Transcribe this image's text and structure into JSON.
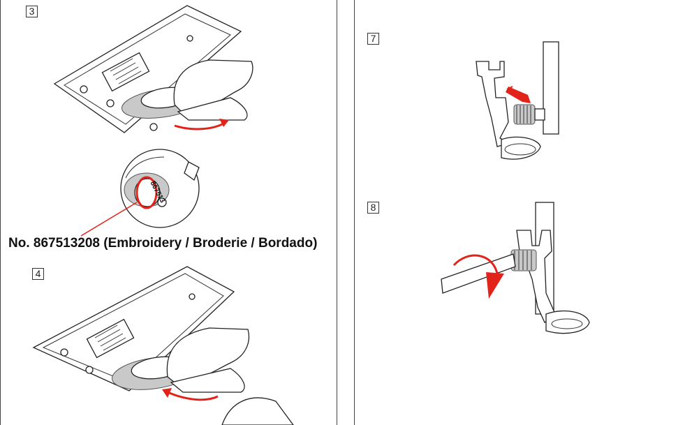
{
  "steps": {
    "s3": "3",
    "s4": "4",
    "s7": "7",
    "s8": "8"
  },
  "hook_stamp": "867513",
  "caption": "No. 867513208 (Embroidery / Broderie / Bordado)",
  "colors": {
    "accent": "#e2231a",
    "line": "#222222",
    "fill": "#c9c9c9"
  }
}
